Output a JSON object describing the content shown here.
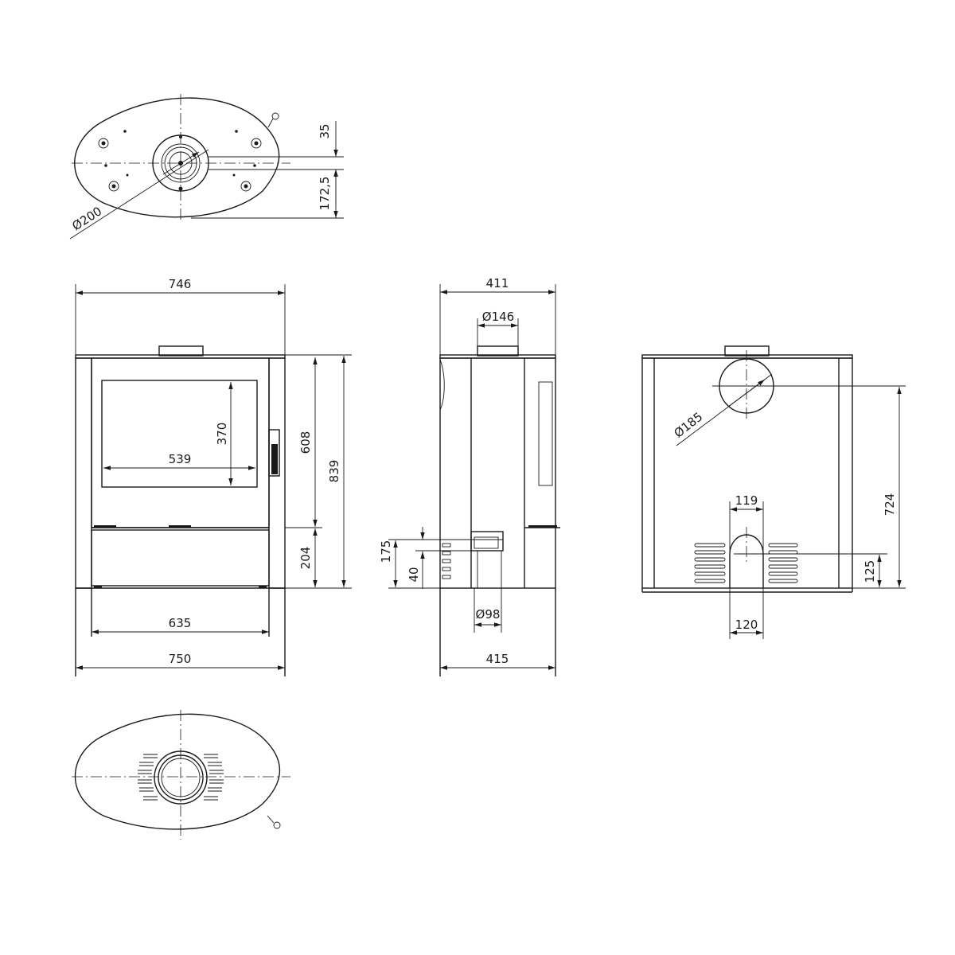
{
  "colors": {
    "line": "#1a1a1a",
    "background": "#ffffff"
  },
  "top_view": {
    "flue_diameter": "Ø200",
    "offset_small": "35",
    "offset_center": "172,5"
  },
  "front_view": {
    "top_width": "746",
    "glass_height": "370",
    "glass_width": "539",
    "door_height": "608",
    "total_height": "839",
    "lower_height": "204",
    "inner_base_width": "635",
    "base_width": "750"
  },
  "side_view": {
    "top_depth": "411",
    "flue_diameter": "Ø146",
    "air_height": "175",
    "air_inlet_height": "40",
    "air_diameter": "Ø98",
    "base_depth": "415"
  },
  "rear_view": {
    "flue_diameter": "Ø185",
    "flue_height": "724",
    "inlet_width_top": "119",
    "inlet_height": "125",
    "inlet_width_bottom": "120"
  }
}
